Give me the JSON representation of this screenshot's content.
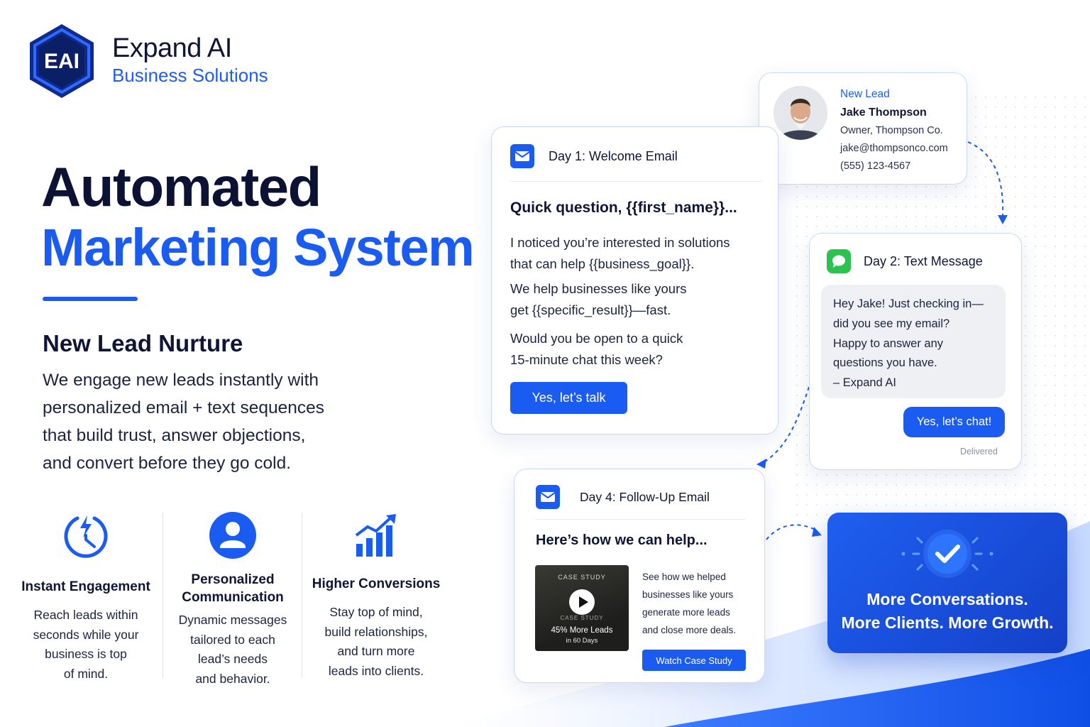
{
  "brand": {
    "logo_text": "EAI",
    "name": "Expand AI",
    "tagline": "Business Solutions"
  },
  "hero": {
    "line1": "Automated",
    "line2": "Marketing System"
  },
  "section": {
    "title": "New Lead Nurture",
    "description_lines": [
      "We engage new leads instantly with",
      "personalized email + text sequences",
      "that build trust, answer objections,",
      "and convert before they go cold."
    ]
  },
  "features": [
    {
      "icon": "clock-lightning-icon",
      "title_lines": [
        "Instant Engagement"
      ],
      "desc_lines": [
        "Reach leads within",
        "seconds while your",
        "business is top",
        "of mind."
      ]
    },
    {
      "icon": "user-icon",
      "title_lines": [
        "Personalized",
        "Communication"
      ],
      "desc_lines": [
        "Dynamic messages",
        "tailored to each",
        "lead’s needs",
        "and behavior."
      ]
    },
    {
      "icon": "growth-chart-icon",
      "title_lines": [
        "Higher Conversions"
      ],
      "desc_lines": [
        "Stay top of mind,",
        "build relationships,",
        "and turn more",
        "leads into clients."
      ]
    }
  ],
  "lead": {
    "badge": "New Lead",
    "name": "Jake Thompson",
    "role": "Owner, Thompson Co.",
    "email": "jake@thompsonco.com",
    "phone": "(555) 123-4567"
  },
  "email1": {
    "header": "Day 1: Welcome Email",
    "subject": "Quick question, {{first_name}}...",
    "paragraphs": [
      [
        "I noticed you’re interested in solutions",
        "that can help {{business_goal}}."
      ],
      [
        "We help businesses like yours",
        "get {{specific_result}}—fast."
      ],
      [
        "Would you be open to a quick",
        "15-minute chat this week?"
      ]
    ],
    "cta": "Yes, let’s talk"
  },
  "sms": {
    "header": "Day 2: Text Message",
    "incoming_lines": [
      "Hey Jake! Just checking in—",
      "did you see my email?",
      "Happy to answer any",
      "questions you have.",
      "– Expand AI"
    ],
    "reply": "Yes, let’s chat!",
    "status": "Delivered"
  },
  "email2": {
    "header": "Day 4: Follow-Up Email",
    "subject": "Here’s how we can help...",
    "video": {
      "overlay_top": "CASE STUDY",
      "overlay_mid": "CASE STUDY",
      "stat": "45% More Leads",
      "stat_sub": "in 60 Days"
    },
    "body_lines": [
      "See how we helped",
      "businesses like yours",
      "generate more leads",
      "and close more deals."
    ],
    "cta": "Watch Case Study"
  },
  "result": {
    "line1": "More Conversations.",
    "line2": "More Clients. More Growth."
  },
  "colors": {
    "brand_blue": "#1a5cf2",
    "navy": "#0b1233",
    "sms_green": "#2bc24f"
  }
}
